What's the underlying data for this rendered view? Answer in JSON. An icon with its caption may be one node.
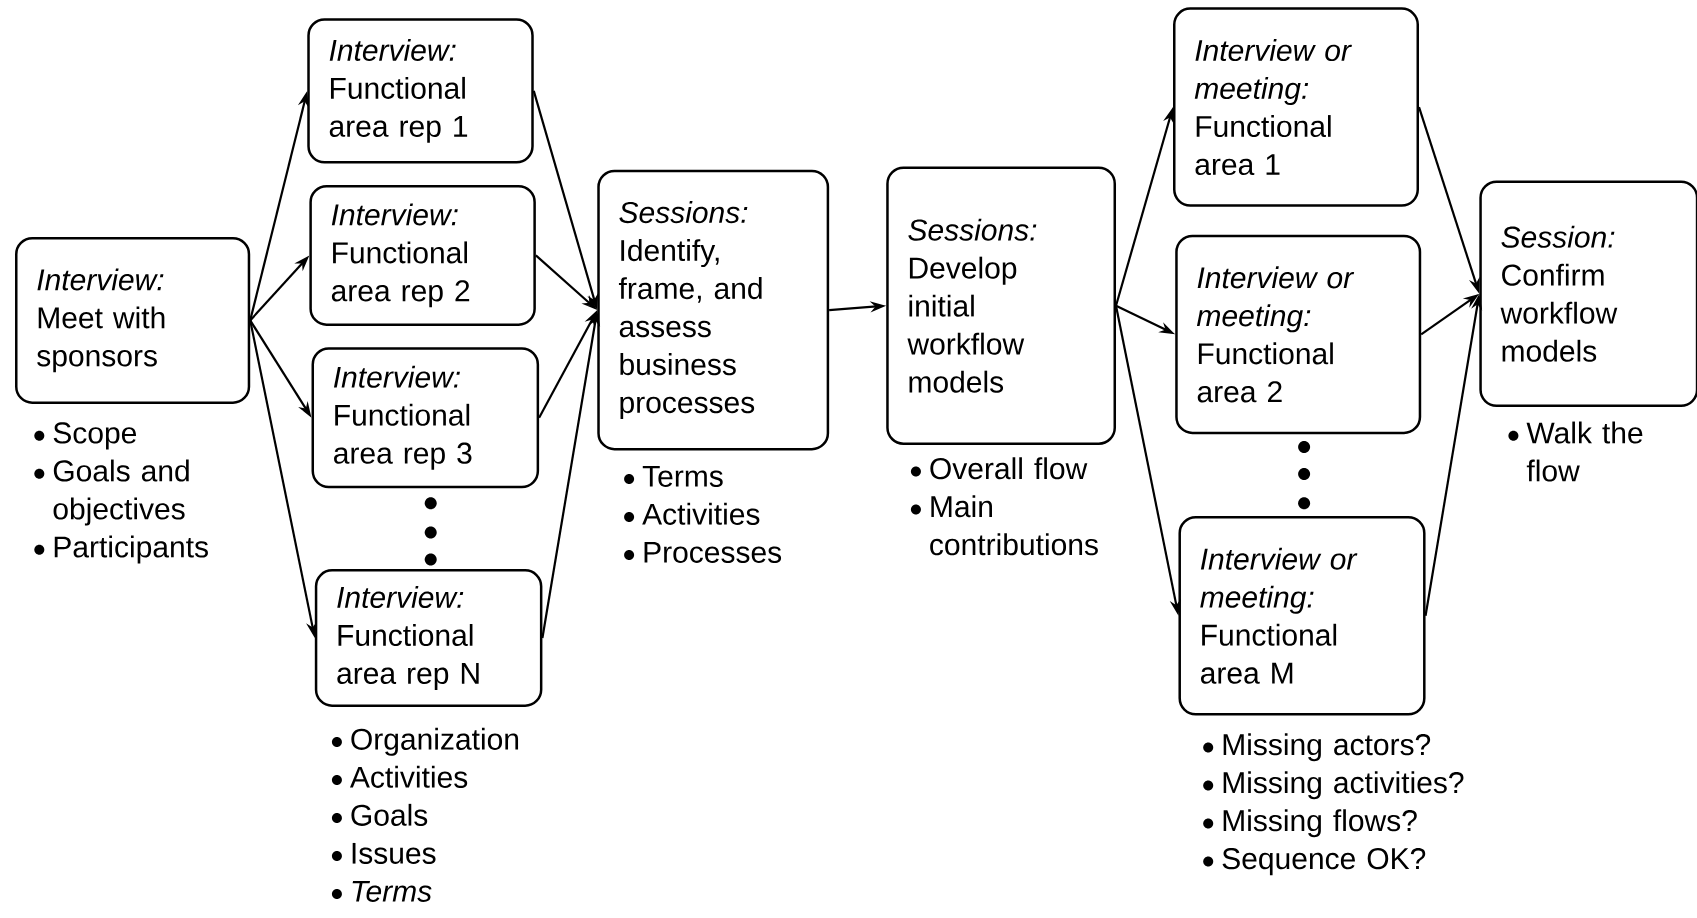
{
  "diagram": {
    "nodes": [
      {
        "text": [
          "Interview:",
          "Meet with sponsors"
        ],
        "beside": [
          "Scope",
          "Goals and objectives",
          "Participants"
        ]
      },
      {
        "text": [
          "Interview:",
          "Functional area rep 1"
        ]
      },
      {
        "text": [
          "Interview:",
          "Functional area rep 2"
        ]
      },
      {
        "text": [
          "Interview:",
          "Functional area rep 3"
        ]
      },
      {
        "text": [
          "Interview:",
          "Functional area rep N"
        ],
        "beside": [
          "Organization",
          "Activities",
          "Goals",
          "Issues",
          "*Terms*"
        ]
      },
      {
        "text": [
          "Sessions:",
          "Identify, frame, and assess business processes"
        ],
        "beside": [
          "Terms",
          "Activities",
          "Processes"
        ]
      },
      {
        "text": [
          "Sessions:",
          "Develop initial workflow models"
        ],
        "beside": [
          "Overall flow",
          "Main contributions"
        ]
      },
      {
        "text": [
          "Interview or meeting:",
          "Functional area 1"
        ]
      },
      {
        "text": [
          "Interview or meeting:",
          "Functional area 2"
        ]
      },
      {
        "text": [
          "Interview or meeting:",
          "Functional area M"
        ],
        "beside": [
          "Missing actors?",
          "Missing activities?",
          "Missing flows?",
          "Sequence OK?"
        ]
      },
      {
        "text": [
          "Session:",
          "Confirm workflow models"
        ],
        "beside": [
          "Walk the flow"
        ]
      }
    ],
    "edges": [
      {
        "from": 0,
        "to": 1,
        "arrow": "to"
      },
      {
        "from": 0,
        "to": 2,
        "arrow": "to"
      },
      {
        "from": 0,
        "to": 3,
        "arrow": "to"
      },
      {
        "from": 0,
        "to": 4,
        "arrow": "to"
      },
      {
        "from": 1,
        "to": 5,
        "arrow": "to"
      },
      {
        "from": 2,
        "to": 5,
        "arrow": "to"
      },
      {
        "from": 3,
        "to": 5,
        "arrow": "to"
      },
      {
        "from": 4,
        "to": 5,
        "arrow": "to"
      },
      {
        "from": 5,
        "to": 6,
        "arrow": "to"
      },
      {
        "from": 6,
        "to": 7,
        "arrow": "to"
      },
      {
        "from": 6,
        "to": 8,
        "arrow": "to"
      },
      {
        "from": 6,
        "to": 9,
        "arrow": "to"
      },
      {
        "from": 7,
        "to": 10,
        "arrow": "to"
      },
      {
        "from": 8,
        "to": 10,
        "arrow": "to"
      },
      {
        "from": 9,
        "to": 10,
        "arrow": "to"
      }
    ]
  }
}
